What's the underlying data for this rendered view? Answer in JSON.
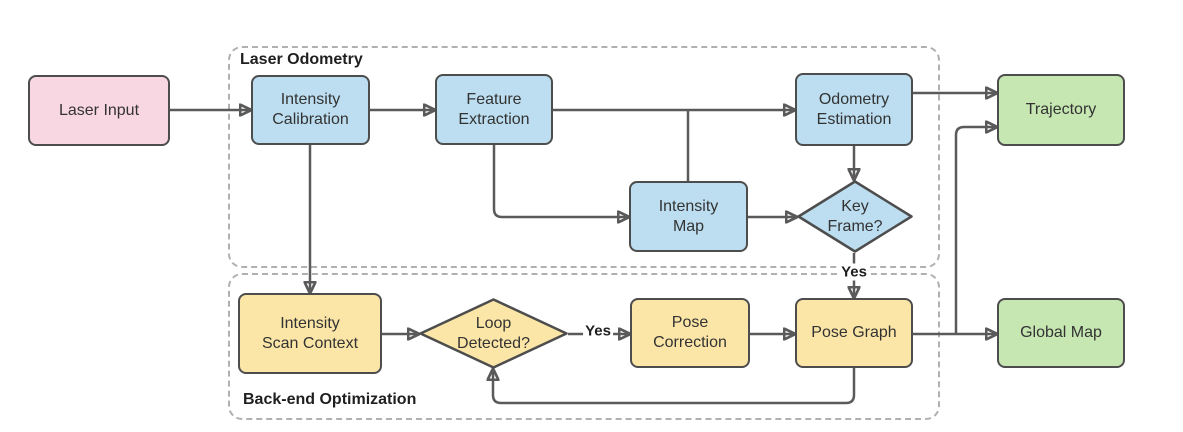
{
  "diagram": {
    "containers": {
      "laser_odometry": {
        "label": "Laser Odometry"
      },
      "backend_optimization": {
        "label": "Back-end Optimization"
      }
    },
    "nodes": {
      "laser_input": {
        "label": "Laser Input",
        "shape": "rounded-rect",
        "fill": "pink"
      },
      "intensity_calibration": {
        "label": "Intensity\nCalibration",
        "shape": "rounded-rect",
        "fill": "blue"
      },
      "feature_extraction": {
        "label": "Feature\nExtraction",
        "shape": "rounded-rect",
        "fill": "blue"
      },
      "intensity_map": {
        "label": "Intensity\nMap",
        "shape": "rounded-rect",
        "fill": "blue"
      },
      "odometry_estimation": {
        "label": "Odometry\nEstimation",
        "shape": "rounded-rect",
        "fill": "blue"
      },
      "key_frame": {
        "label": "Key\nFrame?",
        "shape": "diamond",
        "fill": "blue"
      },
      "trajectory": {
        "label": "Trajectory",
        "shape": "rounded-rect",
        "fill": "green"
      },
      "intensity_scan_context": {
        "label": "Intensity\nScan Context",
        "shape": "rounded-rect",
        "fill": "yellow"
      },
      "loop_detected": {
        "label": "Loop\nDetected?",
        "shape": "diamond",
        "fill": "yellow"
      },
      "pose_correction": {
        "label": "Pose\nCorrection",
        "shape": "rounded-rect",
        "fill": "yellow"
      },
      "pose_graph": {
        "label": "Pose Graph",
        "shape": "rounded-rect",
        "fill": "yellow"
      },
      "global_map": {
        "label": "Global Map",
        "shape": "rounded-rect",
        "fill": "green"
      }
    },
    "edge_labels": {
      "key_frame_yes": "Yes",
      "loop_detected_yes": "Yes"
    },
    "colors": {
      "pink": "#F8D7E2",
      "blue": "#BCDEF0",
      "yellow": "#FBE6A7",
      "green": "#C6E6B2",
      "node_border": "#4D4D4D",
      "edge_line": "#5A5A5A",
      "container_dash": "#B0B0B0",
      "text": "#333333"
    }
  }
}
